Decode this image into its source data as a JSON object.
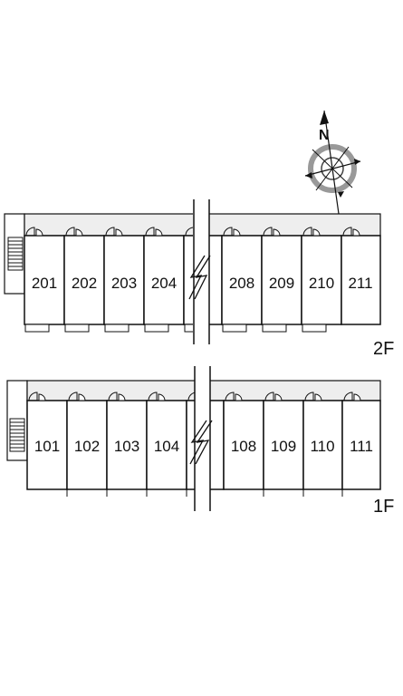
{
  "compass": {
    "north_label": "N",
    "icon": "compass-rose-icon"
  },
  "floors": [
    {
      "label": "2F",
      "units": [
        "201",
        "202",
        "203",
        "204",
        "",
        "208",
        "209",
        "210",
        "211"
      ]
    },
    {
      "label": "1F",
      "units": [
        "101",
        "102",
        "103",
        "104",
        "",
        "108",
        "109",
        "110",
        "111"
      ]
    }
  ],
  "colors": {
    "corridor": "#eeeeee",
    "line": "#111111",
    "compass_ring": "#999999"
  }
}
